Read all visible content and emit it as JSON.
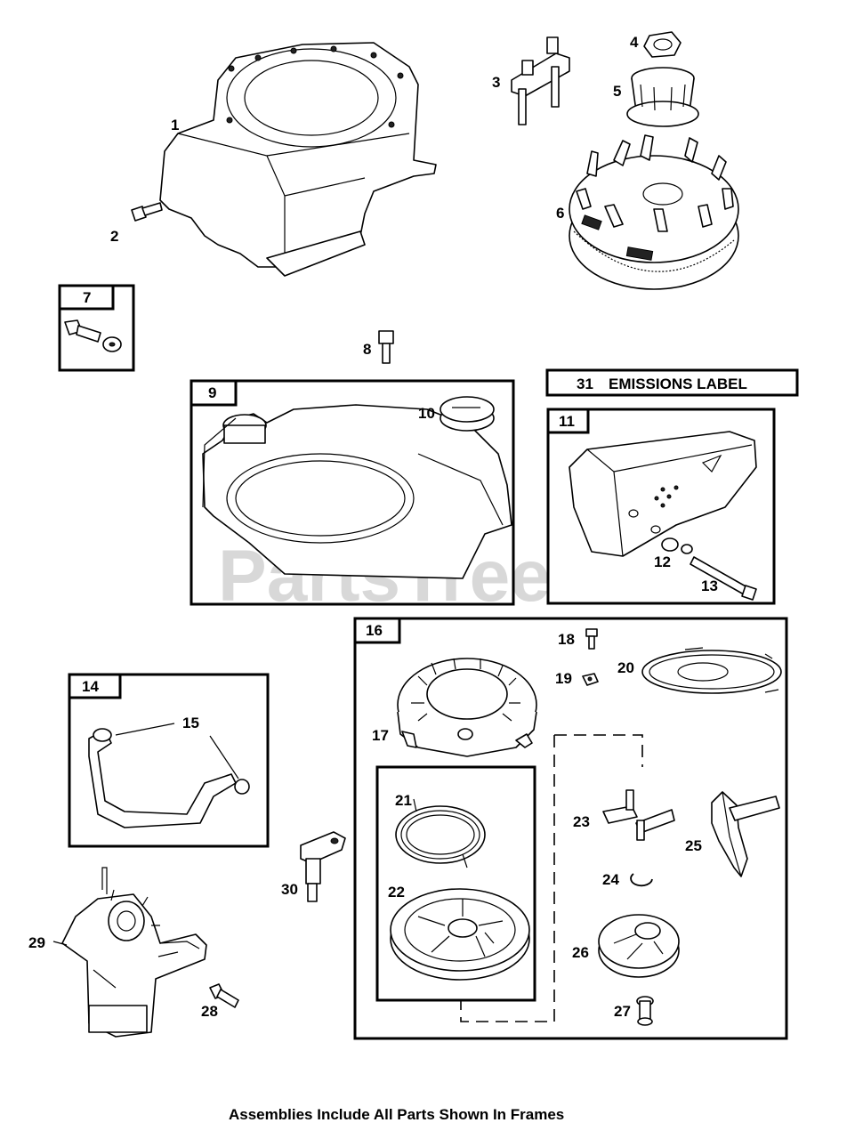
{
  "watermark": "PartsTree",
  "footer_note": "Assemblies Include All Parts Shown In Frames",
  "emissions_label": {
    "number": "31",
    "text": "EMISSIONS LABEL"
  },
  "frames": {
    "f7": "7",
    "f9": "9",
    "f11": "11",
    "f14": "14",
    "f16": "16"
  },
  "parts": {
    "p1": "1",
    "p2": "2",
    "p3": "3",
    "p4": "4",
    "p5": "5",
    "p6": "6",
    "p8": "8",
    "p10": "10",
    "p12": "12",
    "p13": "13",
    "p15": "15",
    "p17": "17",
    "p18": "18",
    "p19": "19",
    "p20": "20",
    "p21": "21",
    "p22": "22",
    "p23": "23",
    "p24": "24",
    "p25": "25",
    "p26": "26",
    "p27": "27",
    "p28": "28",
    "p29": "29",
    "p30": "30"
  }
}
